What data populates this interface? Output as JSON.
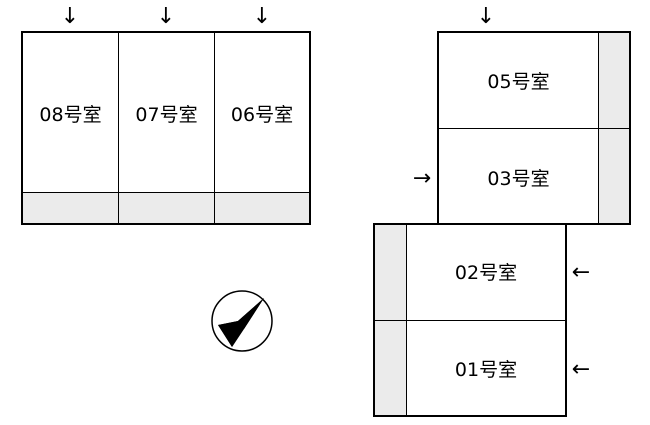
{
  "rooms": {
    "r08": "08号室",
    "r07": "07号室",
    "r06": "06号室",
    "r05": "05号室",
    "r03": "03号室",
    "r02": "02号室",
    "r01": "01号室"
  },
  "arrows": {
    "down": "↓",
    "right": "→",
    "left": "←"
  },
  "colors": {
    "line": "#000000",
    "shade": "#ebebeb"
  },
  "icons": {
    "compass": "north-arrow-icon"
  }
}
